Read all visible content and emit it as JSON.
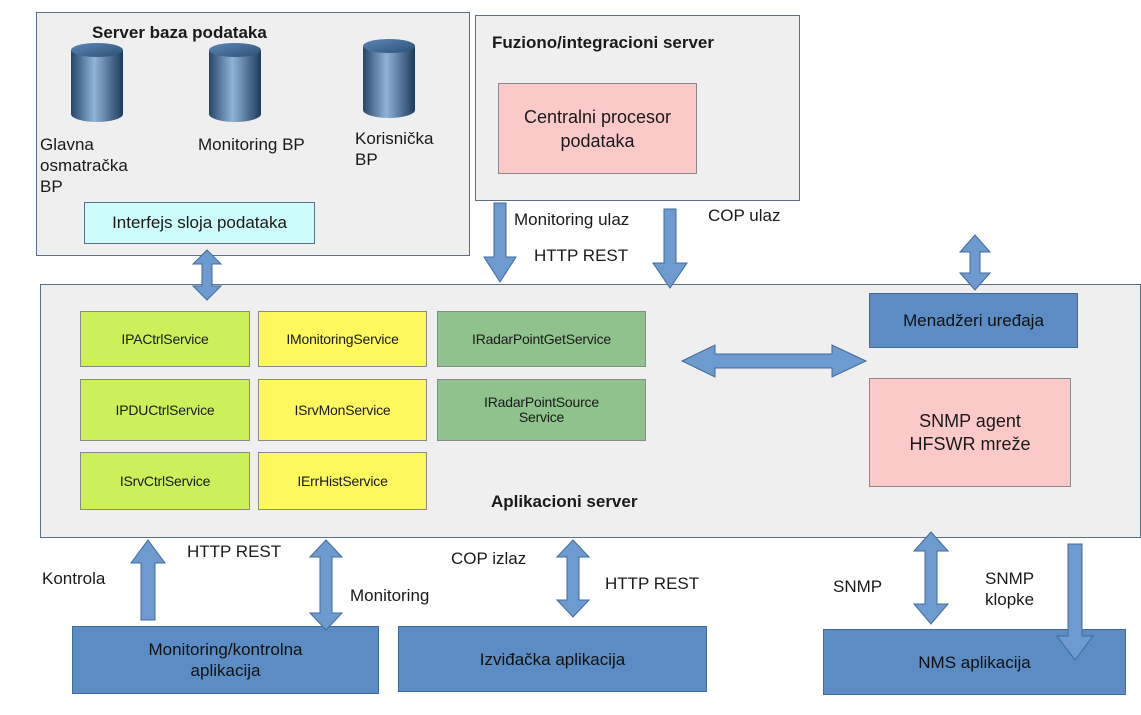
{
  "db_server": {
    "title": "Server baza podataka",
    "db1": [
      "Glavna",
      "osmatračka",
      "BP"
    ],
    "db2": "Monitoring BP",
    "db3": [
      "Korisnička",
      "BP"
    ],
    "interface": "Interfejs sloja podataka"
  },
  "fusion_server": {
    "title": "Fuziono/integracioni server",
    "processor": [
      "Centralni procesor",
      "podataka"
    ]
  },
  "top_links": {
    "monitoring_in": "Monitoring ulaz",
    "cop_in": "COP ulaz",
    "http_rest": "HTTP REST"
  },
  "app_server": {
    "title": "Aplikacioni server",
    "services": {
      "ipactrl": "IPACtrlService",
      "imonitoring": "IMonitoringService",
      "iradarget": "IRadarPointGetService",
      "ipductrl": "IPDUCtrlService",
      "isrvmon": "ISrvMonService",
      "iradarsource": [
        "IRadarPointSource",
        "Service"
      ],
      "isrvctrl": "ISrvCtrlService",
      "ierrhist": "IErrHistService"
    },
    "device_managers": "Menadžeri uređaja",
    "snmp_agent": [
      "SNMP agent",
      "HFSWR mreže"
    ]
  },
  "bottom_links": {
    "control": "Kontrola",
    "http_rest_1": "HTTP REST",
    "monitoring": "Monitoring",
    "cop_out": "COP izlaz",
    "http_rest_2": "HTTP REST",
    "snmp": "SNMP",
    "snmp_traps": [
      "SNMP",
      "klopke"
    ]
  },
  "clients": {
    "monitoring_app": [
      "Monitoring/kontrolna",
      "aplikacija"
    ],
    "recon_app": "Izviđačka aplikacija",
    "nms_app": "NMS aplikacija"
  },
  "colors": {
    "panel": "#efefef",
    "service_lime": "#ccf05a",
    "service_yellow": "#fdf85e",
    "service_green": "#8fc28c",
    "blue_box": "#5b8cc4",
    "pink_box": "#fcc9c9",
    "cyan_box": "#ccfcfc",
    "arrow": "#6d9bd0"
  }
}
